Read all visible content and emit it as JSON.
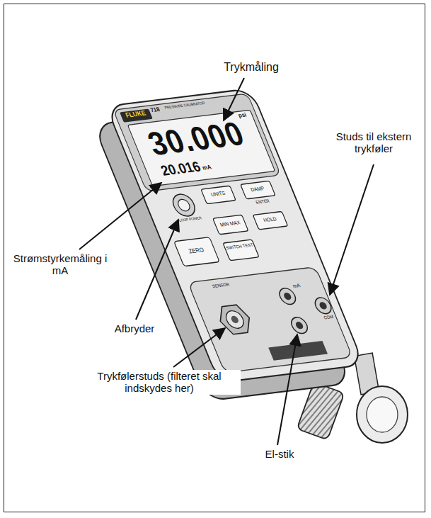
{
  "diagram": {
    "labels": [
      "Trykmåling",
      "Studs til ekstern trykføler",
      "Strømstyrkemåling i mA",
      "Afbryder",
      "Trykfølerstuds (filteret skal indskydes her)",
      "El-stik",
      "FLUKE",
      "718",
      "PRESSURE CALIBRATOR",
      "psi",
      "30.000",
      "20.016",
      "mA",
      "UNITS",
      "DAMP",
      "ENTER",
      "LOOP POWER",
      "MIN MAX",
      "HOLD",
      "ZERO",
      "SWITCH TEST",
      "SENSOR",
      "mA",
      "COM"
    ]
  }
}
